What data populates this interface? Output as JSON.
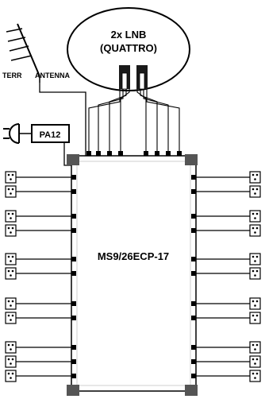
{
  "lnb": {
    "line1": "2x LNB",
    "line2": "(QUATTRO)"
  },
  "antenna": {
    "label_terr": "TERR",
    "label_antenna": "ANTENNA"
  },
  "amplifier": {
    "label": "PA12"
  },
  "multiswitch": {
    "label": "MS9/26ECP-17"
  },
  "outputs": {
    "groups_per_side": 5,
    "outlets_per_group": [
      2,
      2,
      2,
      2,
      3
    ],
    "per_side": 11,
    "total": 22
  },
  "colors": {
    "line": "#000000",
    "corner_block": "#555555",
    "background": "#ffffff"
  }
}
